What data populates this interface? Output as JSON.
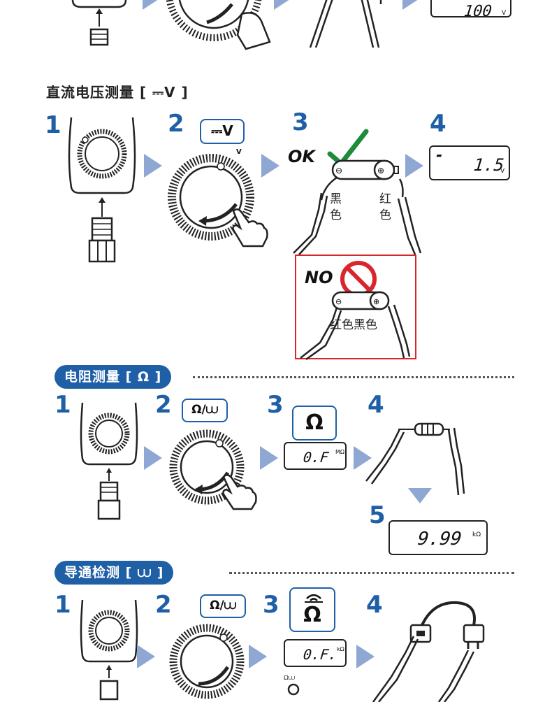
{
  "top": {
    "display_value": "100",
    "display_unit": "V"
  },
  "dc_voltage": {
    "heading": "直流电压测量 [ ⎓V ]",
    "steps": [
      "1",
      "2",
      "3",
      "4"
    ],
    "dial_label": "⎓V",
    "dial_tick_label": "V",
    "ok_label": "OK",
    "no_label": "NO",
    "black_label": "黑\n色",
    "red_label": "红\n色",
    "no_probe_label": "红色黑色",
    "display_sign": "-",
    "display_value": "1.5",
    "display_unit": "V"
  },
  "resistance": {
    "heading": "电阻测量 [ Ω ]",
    "steps": [
      "1",
      "2",
      "3",
      "4",
      "5"
    ],
    "dial_label": "Ω/⩊",
    "bubble_symbol": "Ω",
    "display_value": "0.F",
    "display_unit": "MΩ",
    "result_value": "9.99",
    "result_unit": "kΩ"
  },
  "continuity": {
    "heading": "导通检测 [ ⩊ ]",
    "steps": [
      "1",
      "2",
      "3",
      "4"
    ],
    "dial_label": "Ω/⩊",
    "bubble_symbol": "Ω",
    "display_value": "0.F.",
    "display_unit": "kΩ"
  },
  "colors": {
    "accent": "#1f5fa6",
    "arrow": "#8fa7d3",
    "ok_check": "#1f8a3a",
    "no_sign": "#d9262c",
    "no_box": "#d9262c"
  },
  "icons": [
    "meter-body-icon",
    "rotary-dial-icon",
    "hand-pointer-icon",
    "test-lead-icon",
    "battery-icon",
    "check-icon",
    "prohibited-icon",
    "resistor-icon",
    "power-cord-icon"
  ]
}
